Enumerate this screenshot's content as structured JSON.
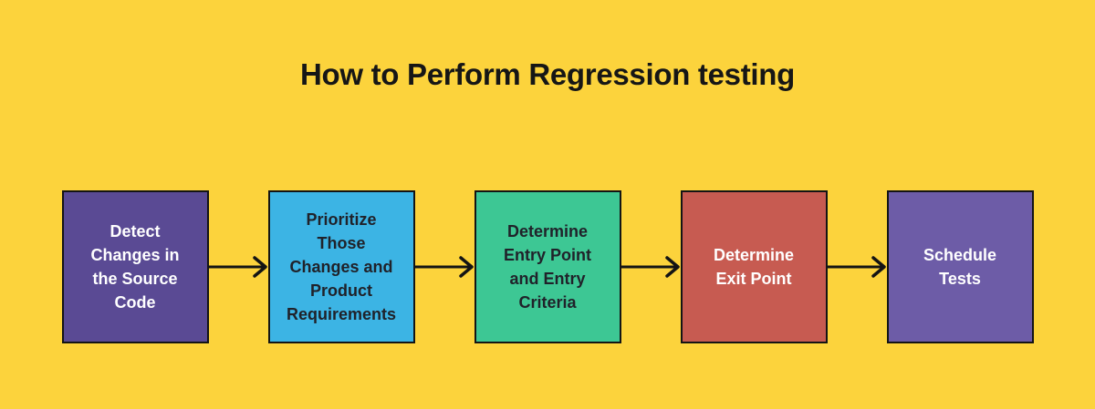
{
  "title": "How to Perform Regression testing",
  "colors": {
    "background": "#FCD33C",
    "title_text": "#161616",
    "box_border": "#141414",
    "arrow": "#141414"
  },
  "steps": [
    {
      "name": "detect-changes",
      "label": "Detect\nChanges in\nthe Source\nCode",
      "bg": "#5A4A94",
      "text_color": "#FFFFFF"
    },
    {
      "name": "prioritize-changes",
      "label": "Prioritize\nThose\nChanges and\nProduct\nRequirements",
      "bg": "#3CB4E4",
      "text_color": "#20222A"
    },
    {
      "name": "determine-entry-point",
      "label": "Determine\nEntry Point\nand Entry\nCriteria",
      "bg": "#3DC794",
      "text_color": "#20222A"
    },
    {
      "name": "determine-exit-point",
      "label": "Determine\nExit Point",
      "bg": "#C75B51",
      "text_color": "#FFFFFF"
    },
    {
      "name": "schedule-tests",
      "label": "Schedule\nTests",
      "bg": "#6D5CA7",
      "text_color": "#FFFFFF"
    }
  ]
}
